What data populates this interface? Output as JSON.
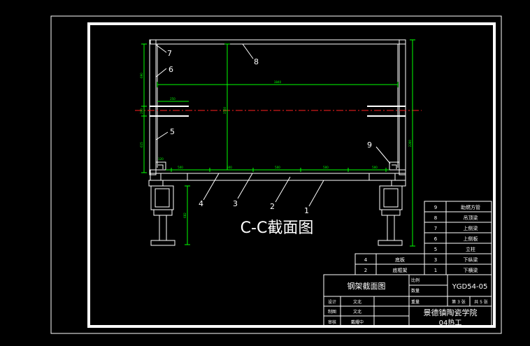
{
  "section_title": "C-C截面图",
  "dimensions": {
    "span": "3840",
    "height": "3550",
    "total_height": "2280",
    "upper": "690",
    "middle": "200",
    "lower": "615",
    "opening": "250",
    "support": "682",
    "corner": "120",
    "spacing": [
      "500",
      "500",
      "500",
      "500",
      "500"
    ]
  },
  "callouts": [
    "7",
    "6",
    "8",
    "5",
    "9",
    "4",
    "3",
    "2",
    "1"
  ],
  "parts_list": [
    {
      "no": "9",
      "name": "助燃方管"
    },
    {
      "no": "8",
      "name": "吊顶梁"
    },
    {
      "no": "7",
      "name": "上侧梁"
    },
    {
      "no": "6",
      "name": "上侧板"
    },
    {
      "no": "5",
      "name": "立柱"
    },
    {
      "no": "3",
      "name": "下纵梁"
    },
    {
      "no": "1",
      "name": "下横梁"
    }
  ],
  "parts_left": [
    {
      "no": "4",
      "name": "底板"
    },
    {
      "no": "2",
      "name": "底框架"
    }
  ],
  "title_block": {
    "drawing_name": "钢架截面图",
    "scale_label": "比例",
    "quantity_label": "数量",
    "weight_label": "重量",
    "drawing_no": "YGD54-05",
    "sheet": "第 3 张",
    "total": "共 5 张",
    "design_label": "设计",
    "draw_label": "制图",
    "review_label": "审核",
    "designer": "文北",
    "drafter": "文北",
    "reviewer": "戴耀中",
    "school": "景德镇陶瓷学院",
    "class": "04热工"
  }
}
